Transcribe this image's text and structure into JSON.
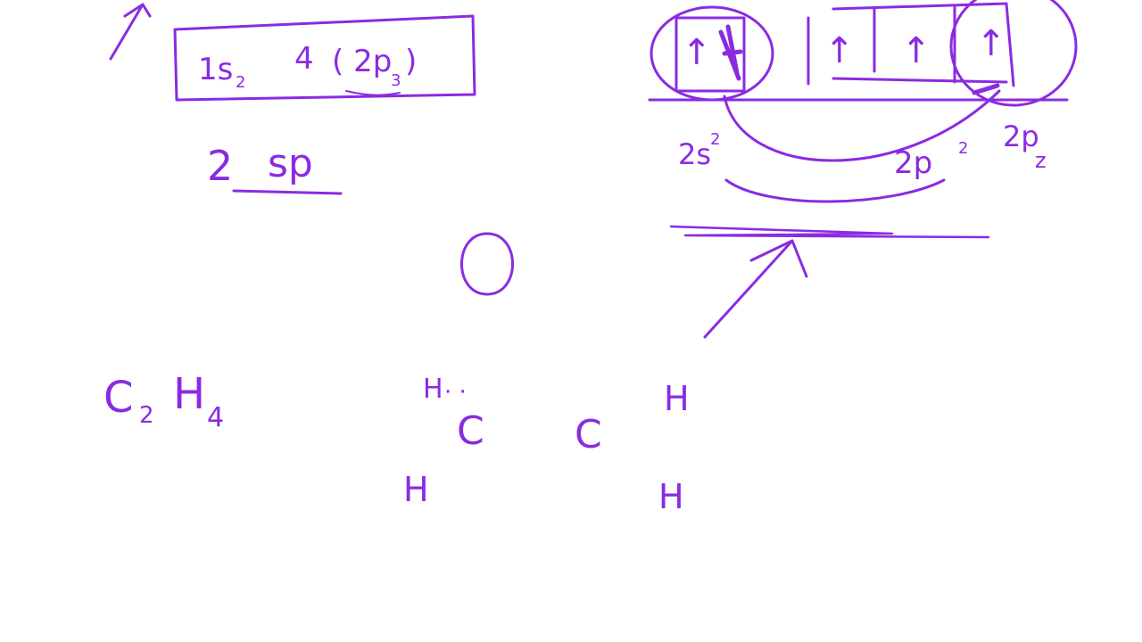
{
  "ink_color": "#8a2be2",
  "left_box": {
    "term_1": "1s",
    "sub_1": "2",
    "term_2": "4",
    "term_3": "( 2p",
    "sub_3": "3",
    "close": ")"
  },
  "hybrid": {
    "coef": "2",
    "label": "sp"
  },
  "orbital_box": {
    "arrow": "↑"
  },
  "config_labels": {
    "two_s": "2s",
    "two_s_sup": "2",
    "two_p": "2p",
    "two_p_sup": "2",
    "two_pz": "2p",
    "two_pz_sub": "z"
  },
  "molecule": {
    "formula_c": "C",
    "formula_c_sub": "2",
    "formula_h": "H",
    "formula_h_sub": "4",
    "atom_h1": "H",
    "dots": "· ·",
    "atom_c1": "C",
    "atom_c2": "C",
    "atom_h2": "H",
    "atom_h3": "H",
    "atom_h4": "H"
  }
}
